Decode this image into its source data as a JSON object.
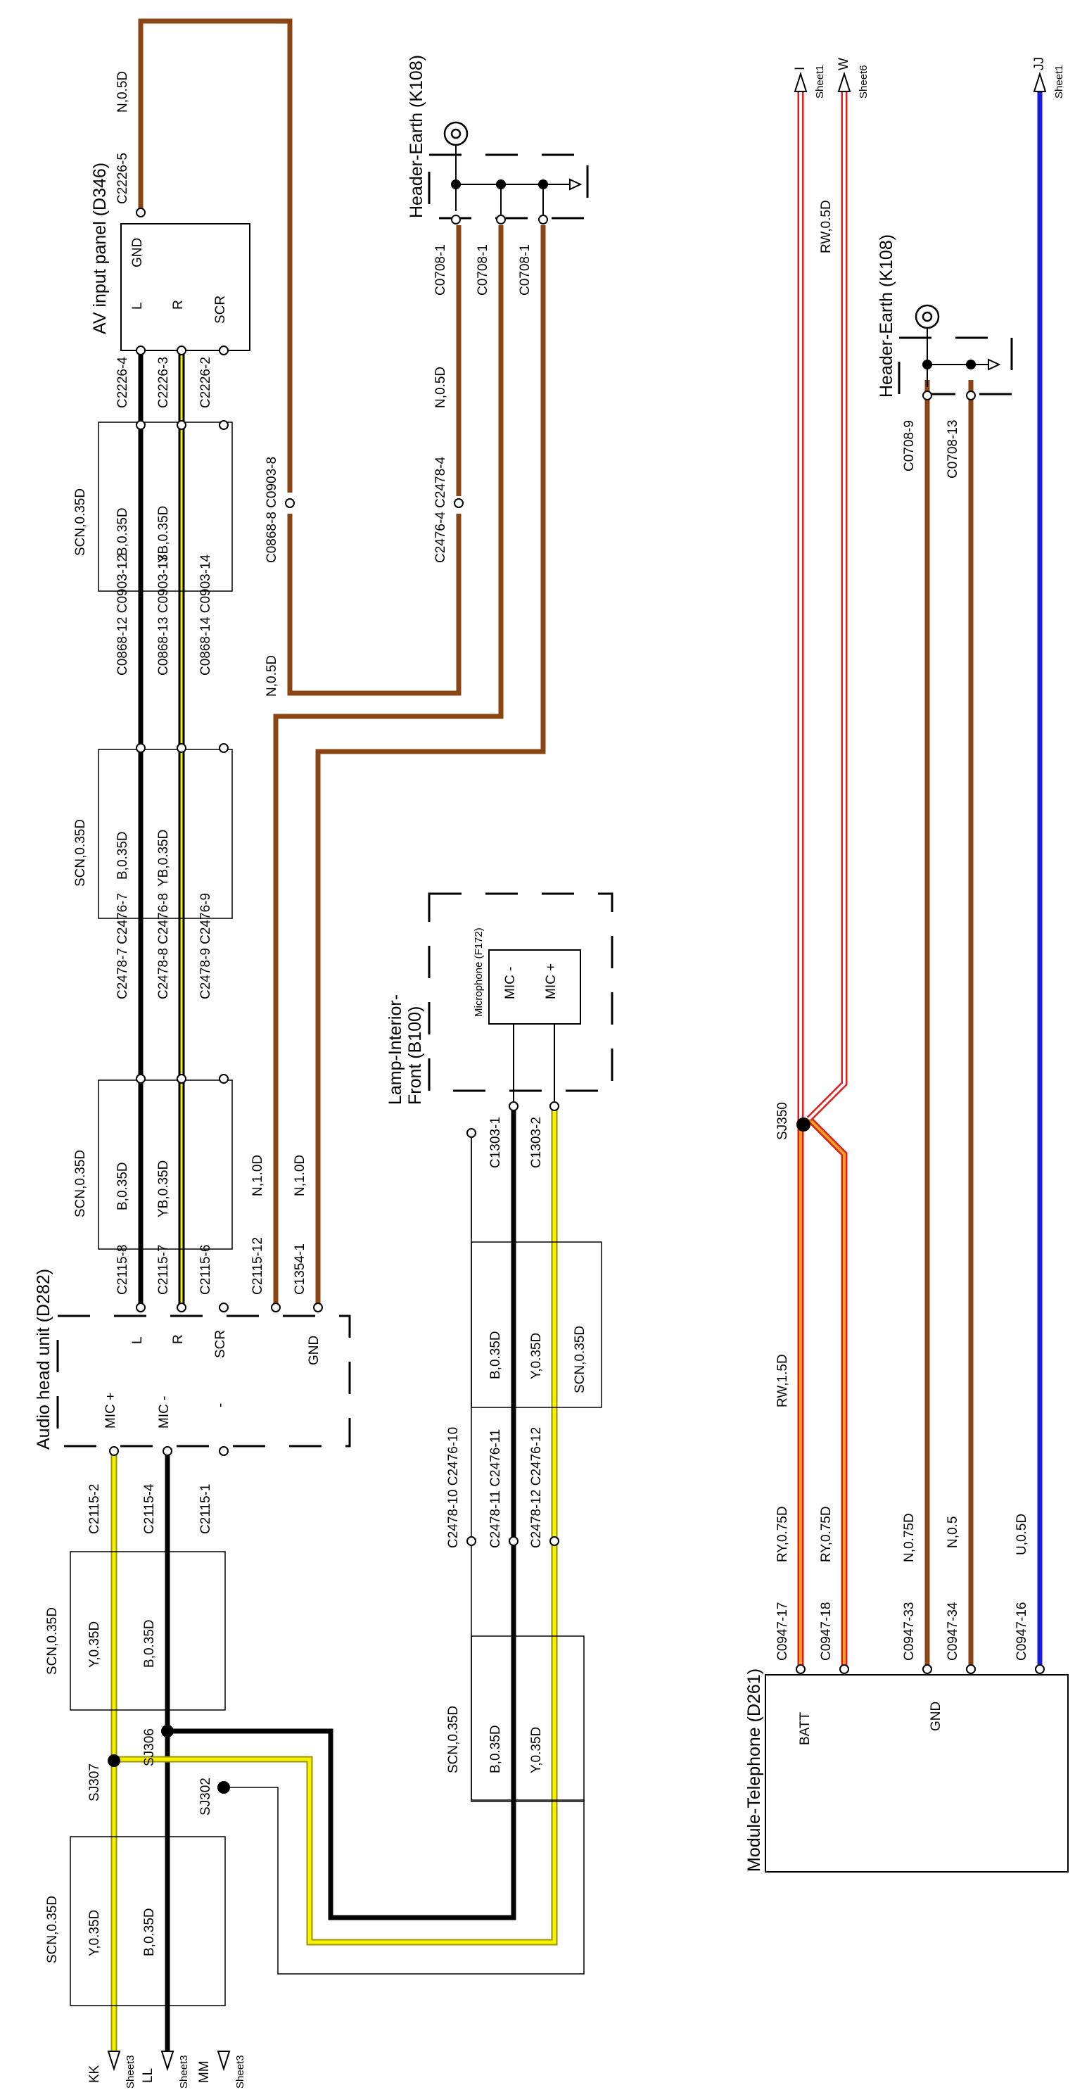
{
  "colors": {
    "brown": "#8B4513",
    "black": "#000000",
    "yellow": "#F4F000",
    "yellowEdge": "#9A9400",
    "red": "#E41B1B",
    "orange": "#F0A020",
    "blue": "#1B1BD6"
  },
  "components": {
    "audio_head_unit": "Audio head unit (D282)",
    "av_input_panel": "AV input panel (D346)",
    "header_earth_top": "Header-Earth (K108)",
    "header_earth_right": "Header-Earth (K108)",
    "lamp_interior_line1": "Lamp-Interior-",
    "lamp_interior_line2": "Front (B100)",
    "microphone": "Microphone (F172)",
    "module_telephone": "Module-Telephone (D261)"
  },
  "pins": {
    "ahu_mic_plus": "MIC +",
    "ahu_mic_minus": "MIC -",
    "ahu_minus": "-",
    "ahu_l": "L",
    "ahu_r": "R",
    "ahu_scr": "SCR",
    "ahu_gnd": "GND",
    "av_l": "L",
    "av_r": "R",
    "av_scr": "SCR",
    "av_gnd": "GND",
    "mic_minus": "MIC -",
    "mic_plus": "MIC +",
    "tel_batt": "BATT",
    "tel_gnd": "GND"
  },
  "connectors": {
    "c2115_2": "C2115-2",
    "c2115_4": "C2115-4",
    "c2115_1": "C2115-1",
    "c2115_8": "C2115-8",
    "c2115_7": "C2115-7",
    "c2115_6": "C2115-6",
    "c2115_12": "C2115-12",
    "c1354_1": "C1354-1",
    "c2478_7": "C2478-7 C2476-7",
    "c2478_8": "C2478-8 C2476-8",
    "c2478_9": "C2478-9 C2476-9",
    "c0868_12": "C0868-12 C0903-12",
    "c0868_13": "C0868-13 C0903-13",
    "c0868_14": "C0868-14 C0903-14",
    "c2226_4": "C2226-4",
    "c2226_3": "C2226-3",
    "c2226_2": "C2226-2",
    "c2226_5": "C2226-5",
    "c0868_8": "C0868-8 C0903-8",
    "c2476_4": "C2476-4 C2478-4",
    "c0708_1a": "C0708-1",
    "c0708_1b": "C0708-1",
    "c0708_1c": "C0708-1",
    "c1303_1": "C1303-1",
    "c1303_2": "C1303-2",
    "c2478_10": "C2478-10 C2476-10",
    "c2478_11": "C2478-11 C2476-11",
    "c2478_12": "C2478-12 C2476-12",
    "c0947_17": "C0947-17",
    "c0947_18": "C0947-18",
    "c0947_33": "C0947-33",
    "c0947_34": "C0947-34",
    "c0947_16": "C0947-16",
    "c0708_9": "C0708-9",
    "c0708_13": "C0708-13"
  },
  "wires": {
    "scn_035d": "SCN,0.35D",
    "b_035d": "B,0.35D",
    "yb_035d": "YB,0.35D",
    "y_035d": "Y,0.35D",
    "n_10d": "N,1.0D",
    "n_05d": "N,0.5D",
    "rw_15d": "RW,1.5D",
    "rw_05d": "RW,0.5D",
    "ry_075d": "RY,0.75D",
    "n_075d": "N,0.75D",
    "n_05": "N,0.5",
    "u_05d": "U,0.5D"
  },
  "splices": {
    "sj307": "SJ307",
    "sj306": "SJ306",
    "sj302": "SJ302",
    "sj350": "SJ350"
  },
  "offpage": {
    "kk": "KK",
    "ll": "LL",
    "mm": "MM",
    "sheet3": "Sheet3",
    "i_ref": "I",
    "i_sheet": "Sheet1",
    "w_ref": "W",
    "w_sheet": "Sheet6",
    "jj": "JJ",
    "jj_sheet": "Sheet1"
  }
}
